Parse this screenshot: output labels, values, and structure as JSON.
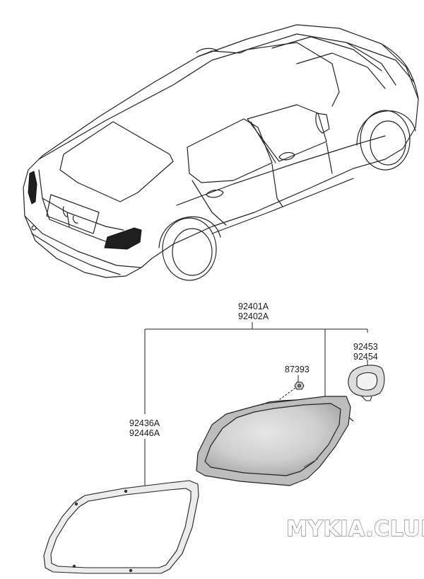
{
  "parts": {
    "lamp_assembly": {
      "line1": "92401A",
      "line2": "92402A"
    },
    "gasket": {
      "line1": "92436A",
      "line2": "92446A"
    },
    "bulb_holder": {
      "line1": "92453",
      "line2": "92454"
    },
    "nut": {
      "line1": "87393"
    }
  },
  "watermark": "MYKIA.CLUB"
}
